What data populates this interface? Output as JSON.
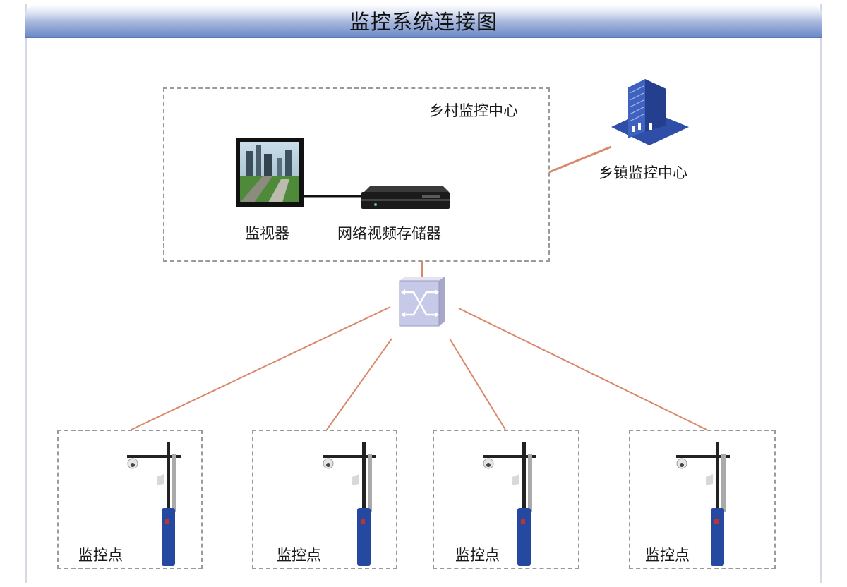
{
  "title": "监控系统连接图",
  "village_center": {
    "label": "乡村监控中心"
  },
  "monitor": {
    "label": "监视器"
  },
  "nvr": {
    "label": "网络视频存储器"
  },
  "town_center": {
    "label": "乡镇监控中心"
  },
  "points": [
    {
      "label": "监控点"
    },
    {
      "label": "监控点"
    },
    {
      "label": "监控点"
    },
    {
      "label": "监控点"
    }
  ],
  "colors": {
    "link": "#d9896a",
    "accent": "#2f4ea8",
    "title_bar": "#6d8bc6"
  }
}
